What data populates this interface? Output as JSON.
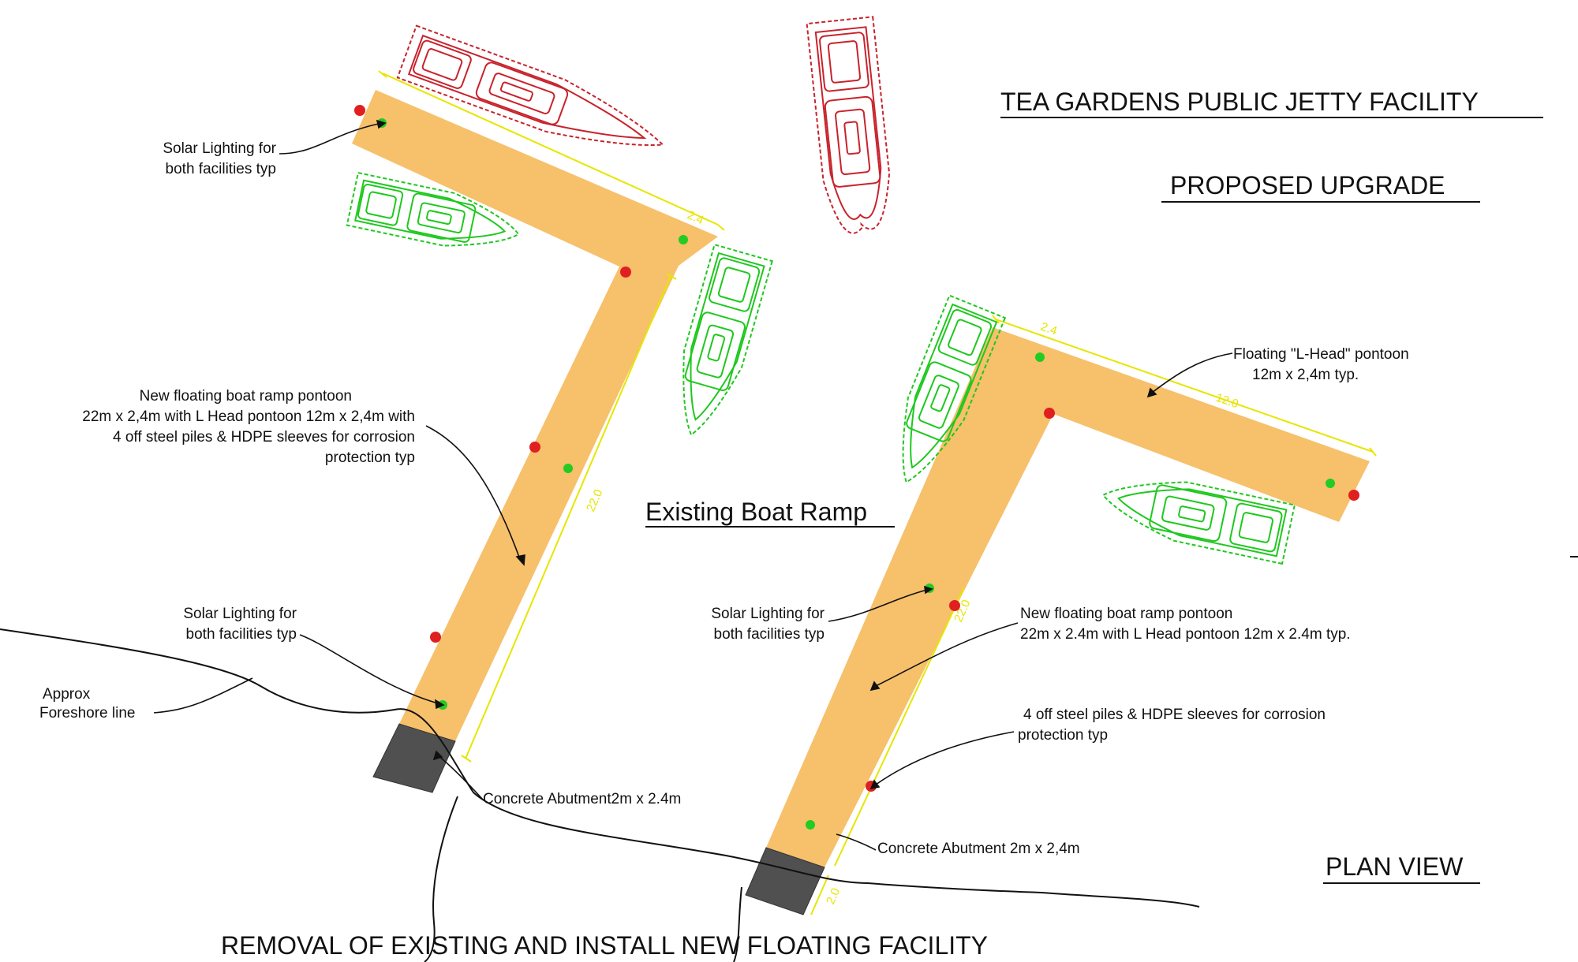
{
  "titles": {
    "main": "TEA GARDENS PUBLIC JETTY FACILITY",
    "sub": "PROPOSED UPGRADE",
    "plan_view": "PLAN VIEW",
    "existing_boat_ramp": "Existing Boat Ramp",
    "bottom": "REMOVAL OF EXISTING AND INSTALL NEW FLOATING FACILITY"
  },
  "left_labels": {
    "solar_top_1": "Solar Lighting for",
    "solar_top_2": "both facilities typ",
    "pontoon_1": "New floating boat ramp pontoon",
    "pontoon_2": "22m x 2,4m with L Head pontoon 12m x 2,4m with",
    "pontoon_3": "4 off steel piles & HDPE sleeves for corrosion",
    "pontoon_4": "protection typ",
    "solar_bottom_1": "Solar Lighting for",
    "solar_bottom_2": "both facilities typ",
    "foreshore_1": "Approx",
    "foreshore_2": "Foreshore line",
    "abutment": "Concrete Abutment2m x 2.4m"
  },
  "right_labels": {
    "lhead_1": "Floating \"L-Head\" pontoon",
    "lhead_2": "12m x 2,4m typ.",
    "solar_1": "Solar Lighting for",
    "solar_2": "both facilities typ",
    "pontoon_1": "New floating boat ramp pontoon",
    "pontoon_2": "22m x 2.4m with L Head pontoon 12m x 2.4m typ.",
    "piles_1": "4 off steel piles & HDPE sleeves for corrosion",
    "piles_2": "protection typ",
    "abutment": "Concrete Abutment 2m x 2,4m"
  },
  "dimensions": {
    "left_width": "2.4",
    "left_length": "22.0",
    "right_width": "2.4",
    "right_head": "12.0",
    "right_length": "22.0",
    "right_abutment": "2.0"
  },
  "colors": {
    "pontoon": "#f7c06b",
    "abutment": "#505050",
    "dimension": "#e6e600",
    "pile": "#e02020",
    "light": "#22cc22",
    "boat_red": "#c8232c",
    "boat_green": "#1ec81e",
    "line": "#111111"
  },
  "legend_markers": {
    "pile_marker": "red-dot",
    "light_marker": "green-dot"
  }
}
